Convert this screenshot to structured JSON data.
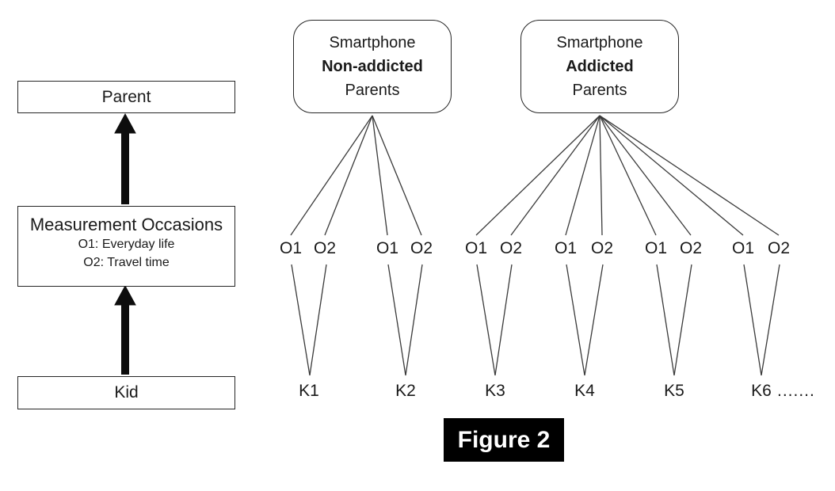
{
  "colors": {
    "caption_bg": "#000000",
    "caption_text": "#ffffff",
    "line": "#3a3a3a",
    "arrow": "#0d0d0d"
  },
  "left_flow": {
    "parent_box": "Parent",
    "measurement_box": {
      "title": "Measurement Occasions",
      "line1": "O1: Everyday life",
      "line2": "O2: Travel time"
    },
    "kid_box": "Kid"
  },
  "group_boxes": [
    {
      "line1": "Smartphone",
      "line2": "Non-addicted",
      "line3": "Parents"
    },
    {
      "line1": "Smartphone",
      "line2": "Addicted",
      "line3": "Parents"
    }
  ],
  "occasion_labels": {
    "o1": "O1",
    "o2": "O2"
  },
  "kid_labels": [
    "K1",
    "K2",
    "K3",
    "K4",
    "K5",
    "K6"
  ],
  "kids_ellipsis": ".......",
  "caption": "Figure 2"
}
